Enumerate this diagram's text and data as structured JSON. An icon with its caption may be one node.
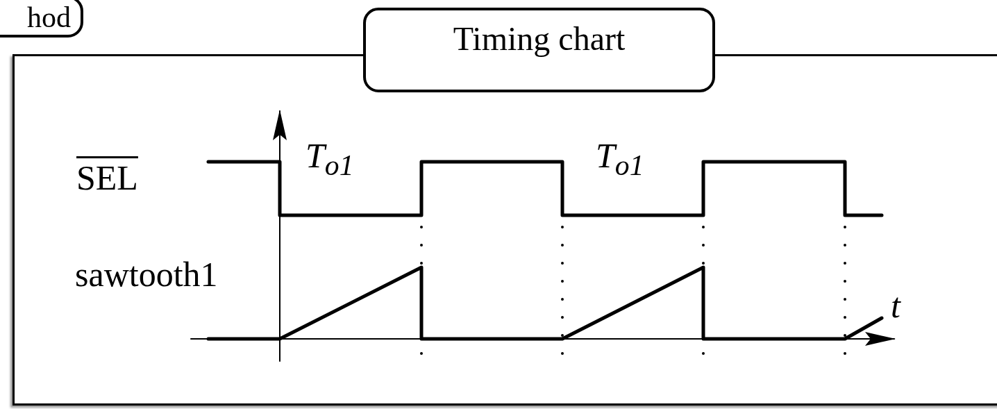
{
  "diagram": {
    "nodes": [
      {
        "text": [
          "hod"
        ]
      },
      {
        "text": [
          "Timing chart"
        ]
      }
    ],
    "labels": [
      "SEL",
      "T$_{o1}$",
      "T$_{o1}$",
      "sawtooth1",
      "t"
    ]
  }
}
